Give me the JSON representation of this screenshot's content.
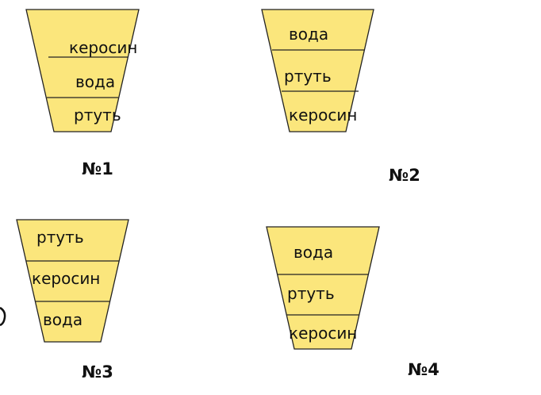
{
  "fill_color": "#fbe67c",
  "vessels": [
    {
      "number": "№1",
      "layers": [
        "керосин",
        "вода",
        "ртуть"
      ]
    },
    {
      "number": "№2",
      "layers": [
        "вода",
        "ртуть",
        "керосин"
      ]
    },
    {
      "number": "№3",
      "layers": [
        "ртуть",
        "керосин",
        "вода"
      ]
    },
    {
      "number": "№4",
      "layers": [
        "вода",
        "ртуть",
        "керосин"
      ]
    }
  ]
}
